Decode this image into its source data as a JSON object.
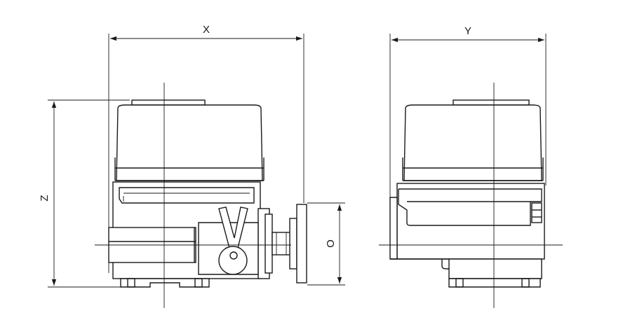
{
  "dimensions": {
    "x_label": "X",
    "y_label": "Y",
    "z_label": "Z",
    "o_label": "O"
  },
  "colors": {
    "line": "#1a1a1a",
    "background": "#ffffff"
  }
}
